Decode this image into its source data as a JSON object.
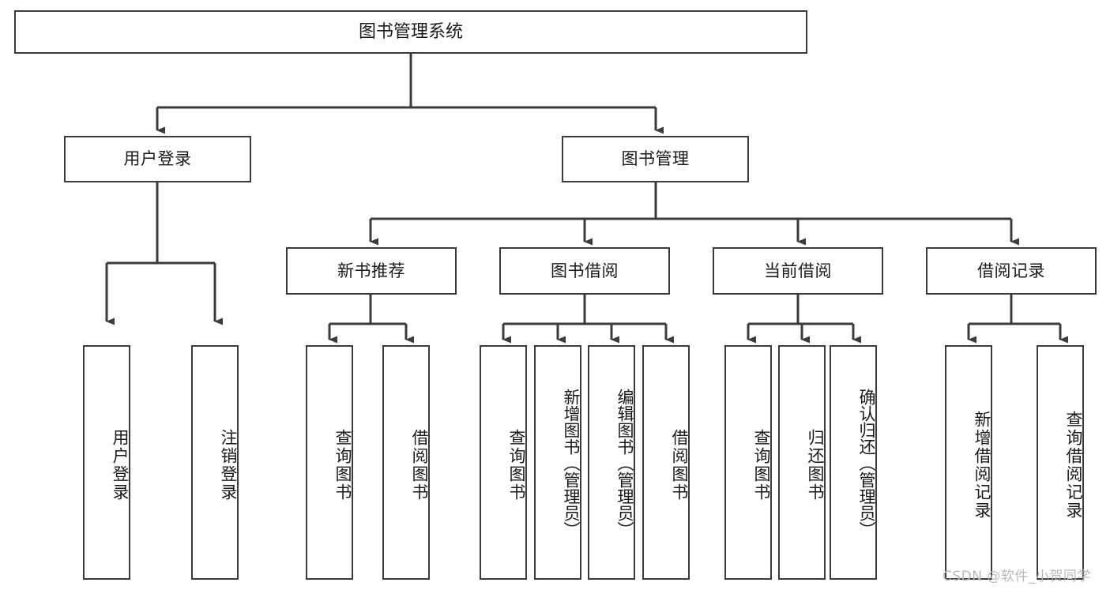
{
  "diagram": {
    "title": "图书管理系统",
    "type": "hierarchy-tree",
    "watermark": "CSDN @软件_小贺同学",
    "colors": {
      "stroke": "#3b3b3b",
      "fill": "#ffffff",
      "text": "#1a1a1a",
      "watermark": "#b9b9b9"
    },
    "nodes": {
      "root": {
        "label": "图书管理系统"
      },
      "level2": [
        {
          "id": "user-login",
          "label": "用户登录"
        },
        {
          "id": "book-management",
          "label": "图书管理"
        }
      ],
      "level3": [
        {
          "id": "new-book-recommend",
          "label": "新书推荐"
        },
        {
          "id": "book-borrow",
          "label": "图书借阅"
        },
        {
          "id": "current-borrow",
          "label": "当前借阅"
        },
        {
          "id": "borrow-record",
          "label": "借阅记录"
        }
      ],
      "leaves": {
        "user_login": [
          {
            "id": "leaf-user-login",
            "label": "用户登录"
          },
          {
            "id": "leaf-logout-login",
            "label": "注销登录"
          }
        ],
        "new_book_recommend": [
          {
            "id": "leaf-query-book-1",
            "label": "查询图书"
          },
          {
            "id": "leaf-borrow-book-1",
            "label": "借阅图书"
          }
        ],
        "book_borrow": [
          {
            "id": "leaf-query-book-2",
            "label": "查询图书"
          },
          {
            "id": "leaf-add-book",
            "label": "新增图书（管理员）"
          },
          {
            "id": "leaf-edit-book",
            "label": "编辑图书（管理员）"
          },
          {
            "id": "leaf-borrow-book-2",
            "label": "借阅图书"
          }
        ],
        "current_borrow": [
          {
            "id": "leaf-query-book-3",
            "label": "查询图书"
          },
          {
            "id": "leaf-return-book",
            "label": "归还图书"
          },
          {
            "id": "leaf-confirm-return",
            "label": "确认归还（管理员）"
          }
        ],
        "borrow_record": [
          {
            "id": "leaf-add-record",
            "label": "新增借阅记录"
          },
          {
            "id": "leaf-query-record",
            "label": "查询借阅记录"
          }
        ]
      }
    }
  }
}
